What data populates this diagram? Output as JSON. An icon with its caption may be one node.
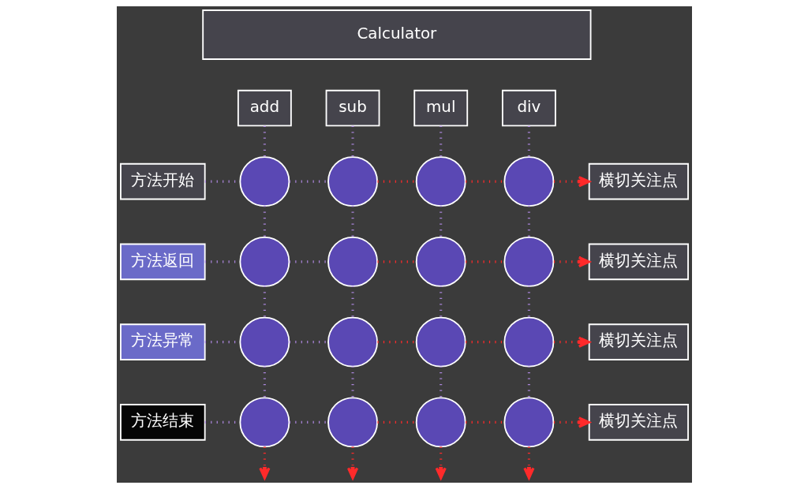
{
  "diagram": {
    "nodes": [
      {
        "text": [
          "Calculator"
        ]
      },
      {
        "text": [
          "add"
        ]
      },
      {
        "text": [
          "sub"
        ]
      },
      {
        "text": [
          "mul"
        ]
      },
      {
        "text": [
          "div"
        ]
      },
      {
        "text": [
          "方法开始"
        ]
      },
      {
        "text": [],
        "shape": "circle"
      },
      {
        "text": [],
        "shape": "circle"
      },
      {
        "text": [],
        "shape": "circle"
      },
      {
        "text": [],
        "shape": "circle"
      },
      {
        "text": [
          "横切关注点"
        ]
      },
      {
        "text": [
          "方法返回"
        ]
      },
      {
        "text": [],
        "shape": "circle"
      },
      {
        "text": [],
        "shape": "circle"
      },
      {
        "text": [],
        "shape": "circle"
      },
      {
        "text": [],
        "shape": "circle"
      },
      {
        "text": [
          "横切关注点"
        ]
      },
      {
        "text": [
          "方法异常"
        ]
      },
      {
        "text": [],
        "shape": "circle"
      },
      {
        "text": [],
        "shape": "circle"
      },
      {
        "text": [],
        "shape": "circle"
      },
      {
        "text": [],
        "shape": "circle"
      },
      {
        "text": [
          "横切关注点"
        ]
      },
      {
        "text": [
          "方法结束"
        ]
      },
      {
        "text": [],
        "shape": "circle"
      },
      {
        "text": [],
        "shape": "circle"
      },
      {
        "text": [],
        "shape": "circle"
      },
      {
        "text": [],
        "shape": "circle"
      },
      {
        "text": [
          "横切关注点"
        ]
      }
    ],
    "edges": [
      {
        "from": 5,
        "to": 6,
        "arrow": "none"
      },
      {
        "from": 6,
        "to": 7,
        "arrow": "none"
      },
      {
        "from": 7,
        "to": 8,
        "arrow": "none",
        "color": "#ff2a2a"
      },
      {
        "from": 8,
        "to": 9,
        "arrow": "none",
        "color": "#ff2a2a"
      },
      {
        "from": 9,
        "to": 10,
        "arrow": "to",
        "color": "#ff2a2a"
      },
      {
        "from": 11,
        "to": 12,
        "arrow": "none"
      },
      {
        "from": 12,
        "to": 13,
        "arrow": "none"
      },
      {
        "from": 13,
        "to": 14,
        "arrow": "none",
        "color": "#ff2a2a"
      },
      {
        "from": 14,
        "to": 15,
        "arrow": "none",
        "color": "#ff2a2a"
      },
      {
        "from": 15,
        "to": 16,
        "arrow": "to",
        "color": "#ff2a2a"
      },
      {
        "from": 17,
        "to": 18,
        "arrow": "none"
      },
      {
        "from": 18,
        "to": 19,
        "arrow": "none"
      },
      {
        "from": 19,
        "to": 20,
        "arrow": "none",
        "color": "#ff2a2a"
      },
      {
        "from": 20,
        "to": 21,
        "arrow": "none",
        "color": "#ff2a2a"
      },
      {
        "from": 21,
        "to": 22,
        "arrow": "to",
        "color": "#ff2a2a"
      },
      {
        "from": 23,
        "to": 24,
        "arrow": "none"
      },
      {
        "from": 24,
        "to": 25,
        "arrow": "none"
      },
      {
        "from": 25,
        "to": 26,
        "arrow": "none",
        "color": "#ff2a2a"
      },
      {
        "from": 26,
        "to": 27,
        "arrow": "none",
        "color": "#ff2a2a"
      },
      {
        "from": 27,
        "to": 28,
        "arrow": "to",
        "color": "#ff2a2a"
      },
      {
        "from": 1,
        "to": 6,
        "arrow": "none"
      },
      {
        "from": 6,
        "to": 12,
        "arrow": "none"
      },
      {
        "from": 12,
        "to": 18,
        "arrow": "none"
      },
      {
        "from": 18,
        "to": 24,
        "arrow": "none"
      },
      {
        "from": 24,
        "to": null,
        "arrow": "to",
        "color": "#ff2a2a"
      },
      {
        "from": 2,
        "to": 7,
        "arrow": "none"
      },
      {
        "from": 7,
        "to": 13,
        "arrow": "none"
      },
      {
        "from": 13,
        "to": 19,
        "arrow": "none"
      },
      {
        "from": 19,
        "to": 25,
        "arrow": "none"
      },
      {
        "from": 25,
        "to": null,
        "arrow": "to",
        "color": "#ff2a2a"
      },
      {
        "from": 3,
        "to": 8,
        "arrow": "none"
      },
      {
        "from": 8,
        "to": 14,
        "arrow": "none"
      },
      {
        "from": 14,
        "to": 20,
        "arrow": "none"
      },
      {
        "from": 20,
        "to": 26,
        "arrow": "none"
      },
      {
        "from": 26,
        "to": null,
        "arrow": "to",
        "color": "#ff2a2a"
      },
      {
        "from": 4,
        "to": 9,
        "arrow": "none"
      },
      {
        "from": 9,
        "to": 15,
        "arrow": "none"
      },
      {
        "from": 15,
        "to": 21,
        "arrow": "none"
      },
      {
        "from": 21,
        "to": 27,
        "arrow": "none"
      },
      {
        "from": 27,
        "to": null,
        "arrow": "to",
        "color": "#ff2a2a"
      }
    ]
  }
}
